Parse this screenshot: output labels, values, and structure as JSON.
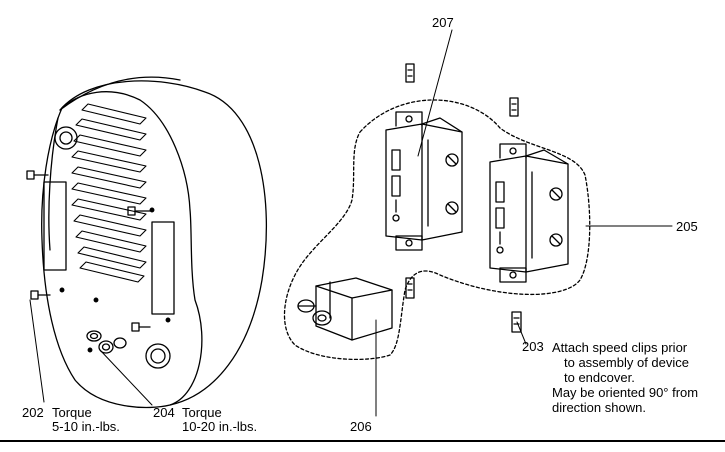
{
  "callouts": {
    "c202": {
      "num": "202",
      "line1": "Torque",
      "line2": "5-10 in.-lbs."
    },
    "c204": {
      "num": "204",
      "line1": "Torque",
      "line2": "10-20 in.-lbs."
    },
    "c205": {
      "num": "205"
    },
    "c206": {
      "num": "206"
    },
    "c207": {
      "num": "207"
    },
    "c203": {
      "num": "203",
      "lines": [
        "Attach speed clips prior",
        "to assembly of device",
        "to endcover.",
        "May be oriented 90° from",
        "direction shown."
      ]
    }
  }
}
